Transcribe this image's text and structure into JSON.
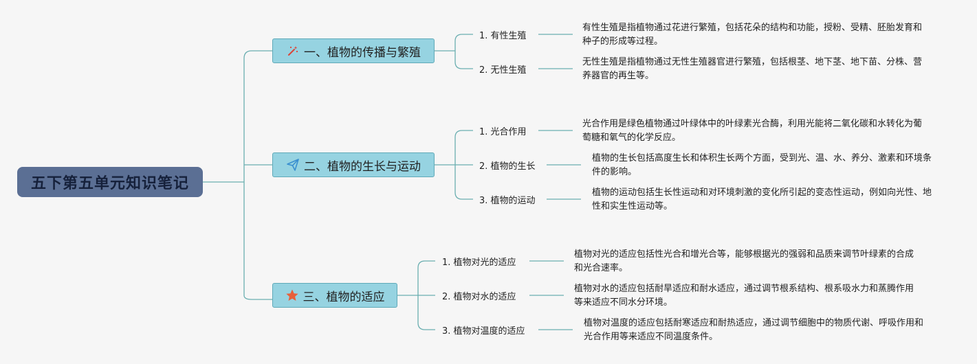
{
  "root": {
    "title": "五下第五单元知识笔记"
  },
  "branches": [
    {
      "label": "一、植物的传播与繁殖",
      "icon": "magic-wand-icon",
      "items": [
        {
          "label": "1. 有性生殖",
          "desc": "有性生殖是指植物通过花进行繁殖，包括花朵的结构和功能，授粉、受精、胚胎发育和种子的形成等过程。"
        },
        {
          "label": "2. 无性生殖",
          "desc": "无性生殖是指植物通过无性生殖器官进行繁殖，包括根茎、地下茎、地下苗、分株、营养器官的再生等。"
        }
      ]
    },
    {
      "label": "二、植物的生长与运动",
      "icon": "paper-plane-icon",
      "items": [
        {
          "label": "1. 光合作用",
          "desc": "光合作用是绿色植物通过叶绿体中的叶绿素光合酶，利用光能将二氧化碳和水转化为葡萄糖和氧气的化学反应。"
        },
        {
          "label": "2. 植物的生长",
          "desc": "植物的生长包括高度生长和体积生长两个方面，受到光、温、水、养分、激素和环境条件的影响。"
        },
        {
          "label": "3. 植物的运动",
          "desc": "植物的运动包括生长性运动和对环境刺激的变化所引起的变态性运动，例如向光性、地性和实生性运动等。"
        }
      ]
    },
    {
      "label": "三、植物的适应",
      "icon": "star-icon",
      "items": [
        {
          "label": "1. 植物对光的适应",
          "desc": "植物对光的适应包括性光合和增光合等，能够根据光的强弱和品质来调节叶绿素的合成和光合速率。"
        },
        {
          "label": "2. 植物对水的适应",
          "desc": "植物对水的适应包括耐旱适应和耐水适应，通过调节根系结构、根系吸水力和蒸腾作用等来适应不同水分环境。"
        },
        {
          "label": "3. 植物对温度的适应",
          "desc": "植物对温度的适应包括耐寒适应和耐热适应，通过调节细胞中的物质代谢、呼吸作用和光合作用等来适应不同温度条件。"
        }
      ]
    }
  ],
  "colors": {
    "line": "#6aaeb0",
    "root_bg": "#5b6f94",
    "branch_bg": "#96d3e1",
    "star": "#e8603a",
    "wand": "#d9453a",
    "plane": "#3a8fd0"
  }
}
